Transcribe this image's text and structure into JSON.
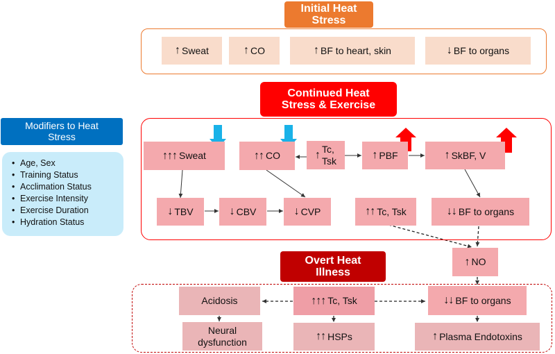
{
  "headers": {
    "initial": "Initial Heat\nStress",
    "continued": "Continued Heat\nStress & Exercise",
    "overt": "Overt Heat\nIllness",
    "modifiers": "Modifiers to Heat\nStress"
  },
  "modifiers": [
    "Age, Sex",
    "Training Status",
    "Acclimation Status",
    "Exercise Intensity",
    "Exercise Duration",
    "Hydration Status"
  ],
  "initial_boxes": [
    {
      "arrows": "↑",
      "text": "Sweat"
    },
    {
      "arrows": "↑",
      "text": "CO"
    },
    {
      "arrows": "↑",
      "text": "BF to heart, skin"
    },
    {
      "arrows": "↓",
      "text": "BF to organs"
    }
  ],
  "continued_boxes": {
    "sweat": {
      "arrows": "↑↑↑",
      "text": "Sweat"
    },
    "co": {
      "arrows": "↑↑",
      "text": "CO"
    },
    "tctsk": {
      "arrows": "↑",
      "text": "Tc,\nTsk"
    },
    "pbf": {
      "arrows": "↑",
      "text": "PBF"
    },
    "skbf": {
      "arrows": "↑",
      "text": "SkBF, V"
    },
    "tbv": {
      "arrows": "↓",
      "text": "TBV"
    },
    "cbv": {
      "arrows": "↓",
      "text": "CBV"
    },
    "cvp": {
      "arrows": "↓",
      "text": "CVP"
    },
    "tctsk2": {
      "arrows": "↑↑",
      "text": "Tc, Tsk"
    },
    "bforgans": {
      "arrows": "↓↓",
      "text": "BF to organs"
    }
  },
  "no_box": {
    "arrows": "↑",
    "text": "NO"
  },
  "overt_boxes": {
    "acidosis": {
      "arrows": "",
      "text": "Acidosis"
    },
    "tctsk": {
      "arrows": "↑↑↑",
      "text": "Tc, Tsk"
    },
    "bforgans": {
      "arrows": "↓↓",
      "text": "BF to organs"
    },
    "neural": {
      "arrows": "",
      "text": "Neural\ndysfunction"
    },
    "hsps": {
      "arrows": "↑↑",
      "text": "HSPs"
    },
    "endotoxins": {
      "arrows": "↑",
      "text": "Plasma Endotoxins"
    }
  },
  "colors": {
    "orange": "#ec7a2f",
    "red": "#ff0000",
    "darkred": "#c00000",
    "blue": "#0070c0",
    "light_blue": "#c9ecfa",
    "cyan_arrow": "#19b2e8"
  }
}
